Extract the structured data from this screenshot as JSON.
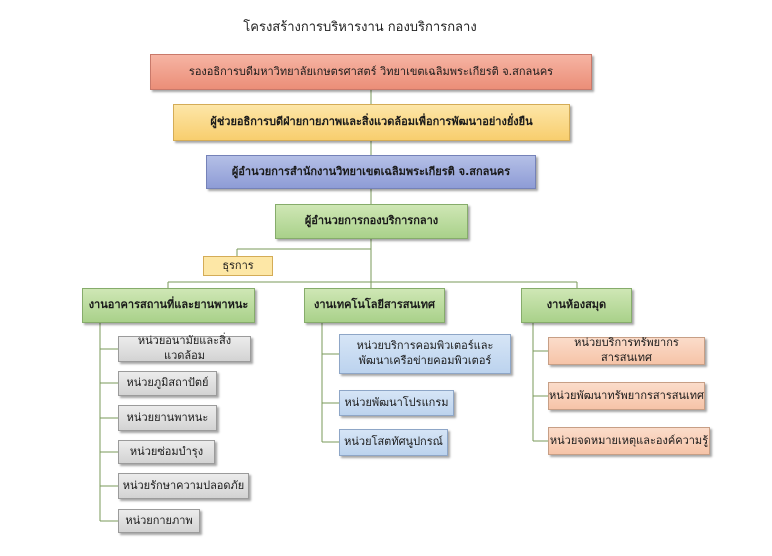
{
  "title": "โครงสร้างการบริหารงาน กองบริการกลาง",
  "nodes": {
    "vice_president": "รองอธิการบดีมหาวิทยาลัยเกษตรศาสตร์ วิทยาเขตเฉลิมพระเกียรติ จ.สกลนคร",
    "assistant_president": "ผู้ช่วยอธิการบดีฝ่ายกายภาพและสิ่งแวดล้อมเพื่อการพัฒนาอย่างยั่งยืน",
    "director_office": "ผู้อำนวยการสำนักงานวิทยาเขตเฉลิมพระเกียรติ จ.สกลนคร",
    "director_division": "ผู้อำนวยการกองบริการกลาง",
    "admin": "ธุรการ"
  },
  "departments": [
    {
      "name": "งานอาคารสถานที่และยานพาหนะ",
      "units": [
        "หน่วยอนามัยและสิ่งแวดล้อม",
        "หน่วยภูมิสถาปัตย์",
        "หน่วยยานพาหนะ",
        "หน่วยซ่อมบำรุง",
        "หน่วยรักษาความปลอดภัย",
        "หน่วยกายภาพ"
      ]
    },
    {
      "name": "งานเทคโนโลยีสารสนเทศ",
      "units": [
        "หน่วยบริการคอมพิวเตอร์และพัฒนาเครือข่ายคอมพิวเตอร์",
        "หน่วยพัฒนาโปรแกรม",
        "หน่วยโสตทัศนูปกรณ์"
      ]
    },
    {
      "name": "งานห้องสมุด",
      "units": [
        "หน่วยบริการทรัพยากรสารสนเทศ",
        "หน่วยพัฒนาทรัพยากรสารสนเทศ",
        "หน่วยจดหมายเหตุและองค์ความรู้"
      ]
    }
  ],
  "colors": {
    "vice_president": "#eb8e78",
    "assistant_president": "#f8ce6e",
    "director_office": "#8e9cd6",
    "director_division": "#a9d18a",
    "units_building": "#d3d3d3",
    "units_it": "#bcd3ee",
    "units_library": "#f6c4a8"
  }
}
